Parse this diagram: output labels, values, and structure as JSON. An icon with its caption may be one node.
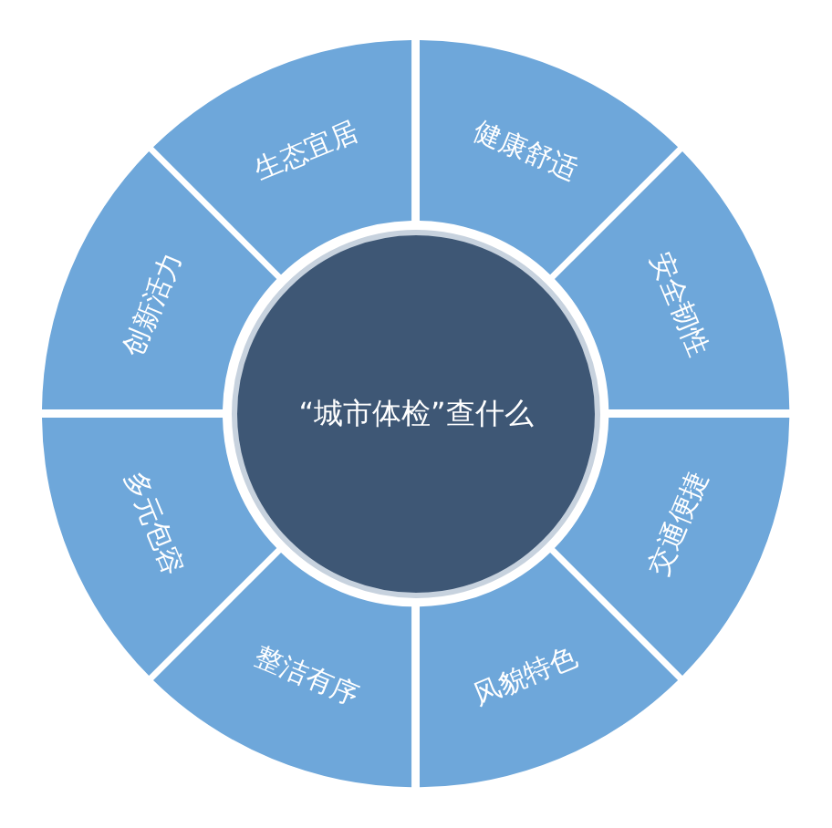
{
  "diagram": {
    "nodes": [
      {
        "text": [
          "“城市体检”查什么"
        ]
      },
      {
        "text": [
          "生态宜居"
        ]
      },
      {
        "text": [
          "健康舒适"
        ]
      },
      {
        "text": [
          "安全韧性"
        ]
      },
      {
        "text": [
          "交通便捷"
        ]
      },
      {
        "text": [
          "风貌特色"
        ]
      },
      {
        "text": [
          "整洁有序"
        ]
      },
      {
        "text": [
          "多元包容"
        ]
      },
      {
        "text": [
          "创新活力"
        ]
      }
    ]
  }
}
